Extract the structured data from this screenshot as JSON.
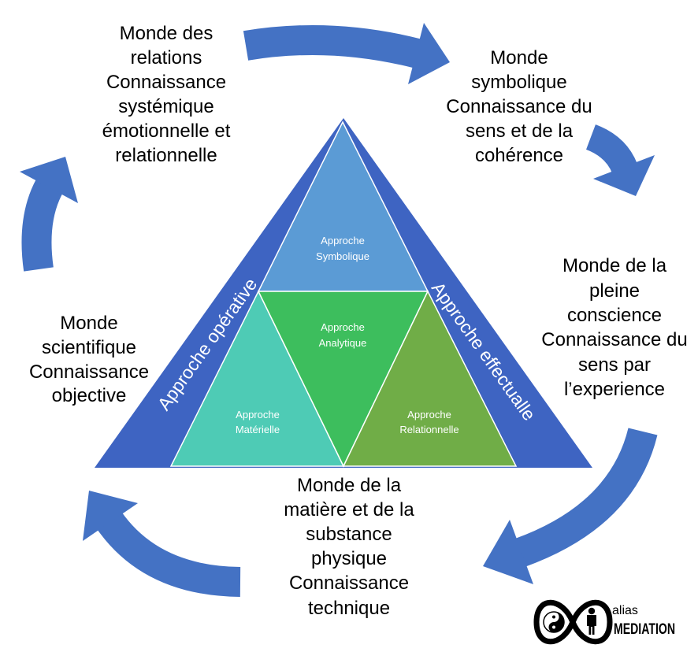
{
  "diagram": {
    "inner": {
      "symbolique": [
        "Approche",
        "Symbolique"
      ],
      "analytique": [
        "Approche",
        "Analytique"
      ],
      "materielle": [
        "Approche",
        "Matérielle"
      ],
      "relationnelle": [
        "Approche",
        "Relationnelle"
      ]
    },
    "sides": {
      "left": "Approche opérative",
      "right": "Approche effectualle"
    }
  },
  "mondes": {
    "relations": [
      "Monde des",
      "relations",
      "Connaissance",
      "systémique",
      "émotionnelle et",
      "relationnelle"
    ],
    "symbolique": [
      "Monde",
      "symbolique",
      "Connaissance du",
      "sens et de la",
      "cohérence"
    ],
    "conscience": [
      "Monde de la",
      "pleine",
      "conscience",
      "Connaissance du",
      "sens par",
      "l’experience"
    ],
    "scientifique": [
      "Monde",
      "scientifique",
      "Connaissance",
      "objective"
    ],
    "matiere": [
      "Monde de la",
      "matière et de la",
      "substance",
      "physique",
      "Connaissance",
      "technique"
    ]
  },
  "logo": {
    "small": "alias",
    "name": "MEDIATION",
    "icon": "infinity-yin-yang-person-icon"
  },
  "colors": {
    "arrow": "#4472C4",
    "outer_triangle": "#3E64C2",
    "symbolique": "#5B9BD5",
    "analytique": "#3DBE5D",
    "materielle": "#4ECBB5",
    "relationnelle": "#70AD47"
  }
}
